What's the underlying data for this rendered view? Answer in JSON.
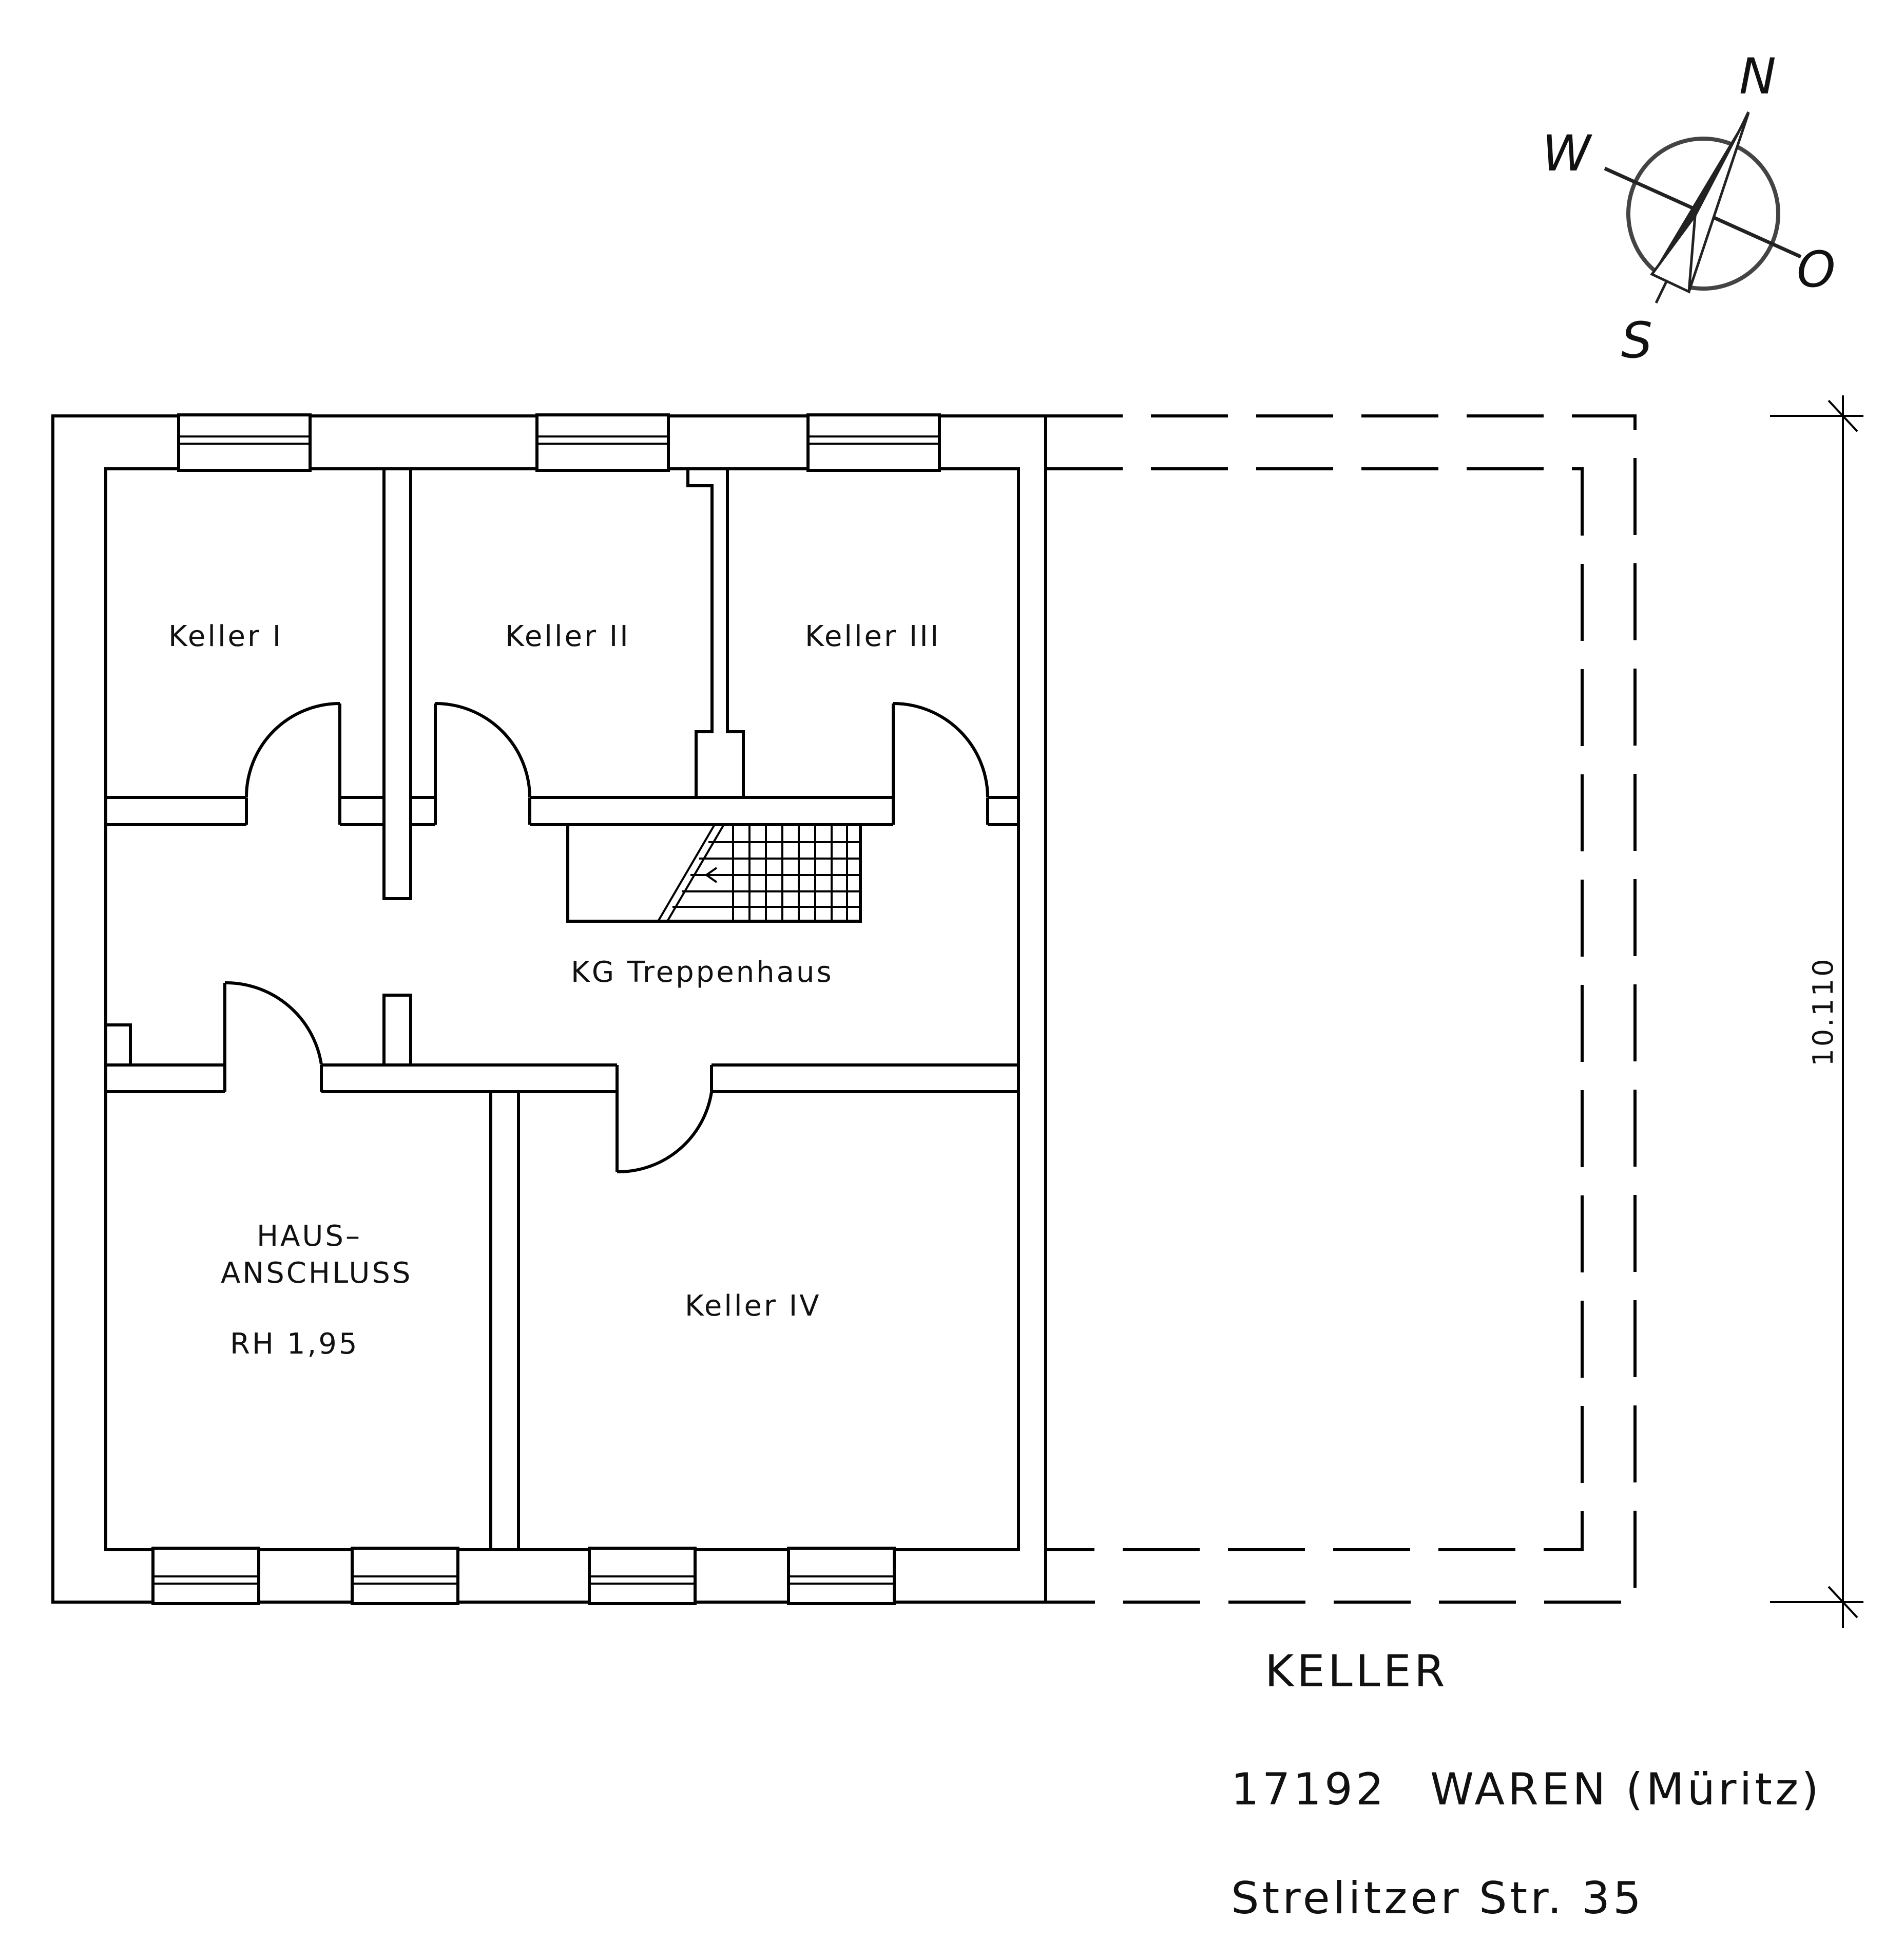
{
  "compass": {
    "north": "N",
    "south": "S",
    "west": "W",
    "east": "O"
  },
  "rooms": {
    "keller_1": "Keller I",
    "keller_2": "Keller II",
    "keller_3": "Keller III",
    "treppenhaus": "KG Treppenhaus",
    "hausanschluss_line1": "HAUS–",
    "hausanschluss_line2": "ANSCHLUSS",
    "room_height": "RH 1,95",
    "keller_4": "Keller IV"
  },
  "dimension": {
    "height_value": "10.110"
  },
  "title": {
    "plan_name": "KELLER",
    "postal_code": "17192",
    "city": "WAREN (Müritz)",
    "street": "Strelitzer Str. 35"
  }
}
